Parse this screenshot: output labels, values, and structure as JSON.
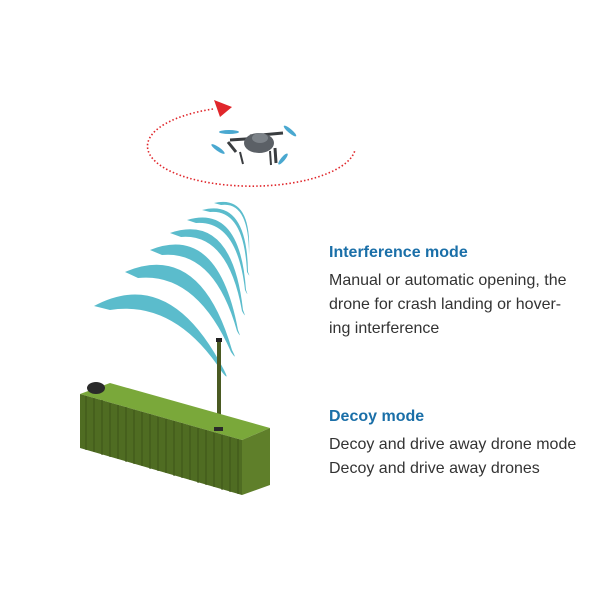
{
  "colors": {
    "title_blue": "#1a6fa8",
    "body_text": "#333333",
    "signal_wave": "#5bbccc",
    "orbit_red": "#e0262b",
    "device_green": "#5a7a2a"
  },
  "illustration": {
    "drone_icon": "quadcopter-drone",
    "orbit_icon": "dotted-orbit-with-arrow",
    "signal_icon": "signal-waves",
    "device_icon": "green-jammer-box-with-antenna"
  },
  "modes": [
    {
      "title": "Interference mode",
      "description": "Manual or automatic opening, the\ndrone for crash landing or hover-\ning interference"
    },
    {
      "title": "Decoy mode",
      "description": "Decoy and drive away drone mode\nDecoy and drive away drones"
    }
  ]
}
